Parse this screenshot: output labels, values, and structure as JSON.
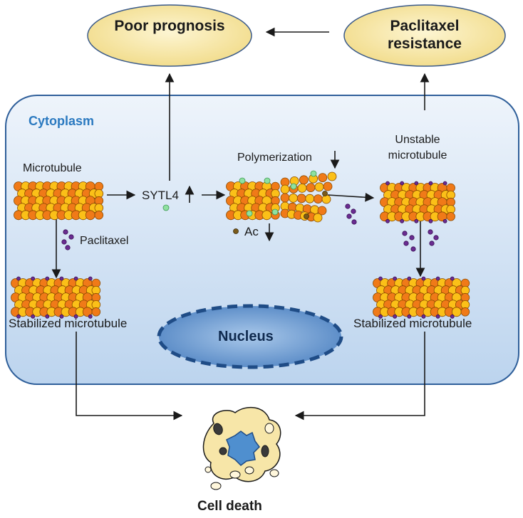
{
  "outcomes": {
    "poor_prognosis": "Poor prognosis",
    "paclitaxel_resistance": "Paclitaxel resistance"
  },
  "cell": {
    "compartment_label": "Cytoplasm",
    "nucleus_label": "Nucleus"
  },
  "labels": {
    "microtubule": "Microtubule",
    "paclitaxel": "Paclitaxel",
    "stabilized_left": "Stabilized microtubule",
    "sytl4": "SYTL4",
    "polymerization": "Polymerization",
    "ac": "Ac",
    "unstable_microtubule": "Unstable microtubule",
    "stabilized_right": "Stabilized microtubule",
    "cell_death": "Cell death"
  },
  "regulation": {
    "sytl4": "up",
    "polymerization": "down",
    "ac": "down"
  },
  "colors": {
    "cytoplasm_fill": "#dbe8f6",
    "cytoplasm_stroke": "#2f5f9a",
    "cytoplasm_label": "#2a79c0",
    "nucleus_fill": "#6c9dd3",
    "nucleus_stroke": "#1f4c86",
    "oval_fill": "#f7e6a8",
    "oval_stroke": "#3a5a8a",
    "tubulin_orange": "#f07a18",
    "tubulin_yellow": "#fbc018",
    "paclitaxel_dot": "#6a2c91",
    "ac_dot": "#7a5a1a",
    "green_dot": "#8fe0a0"
  }
}
